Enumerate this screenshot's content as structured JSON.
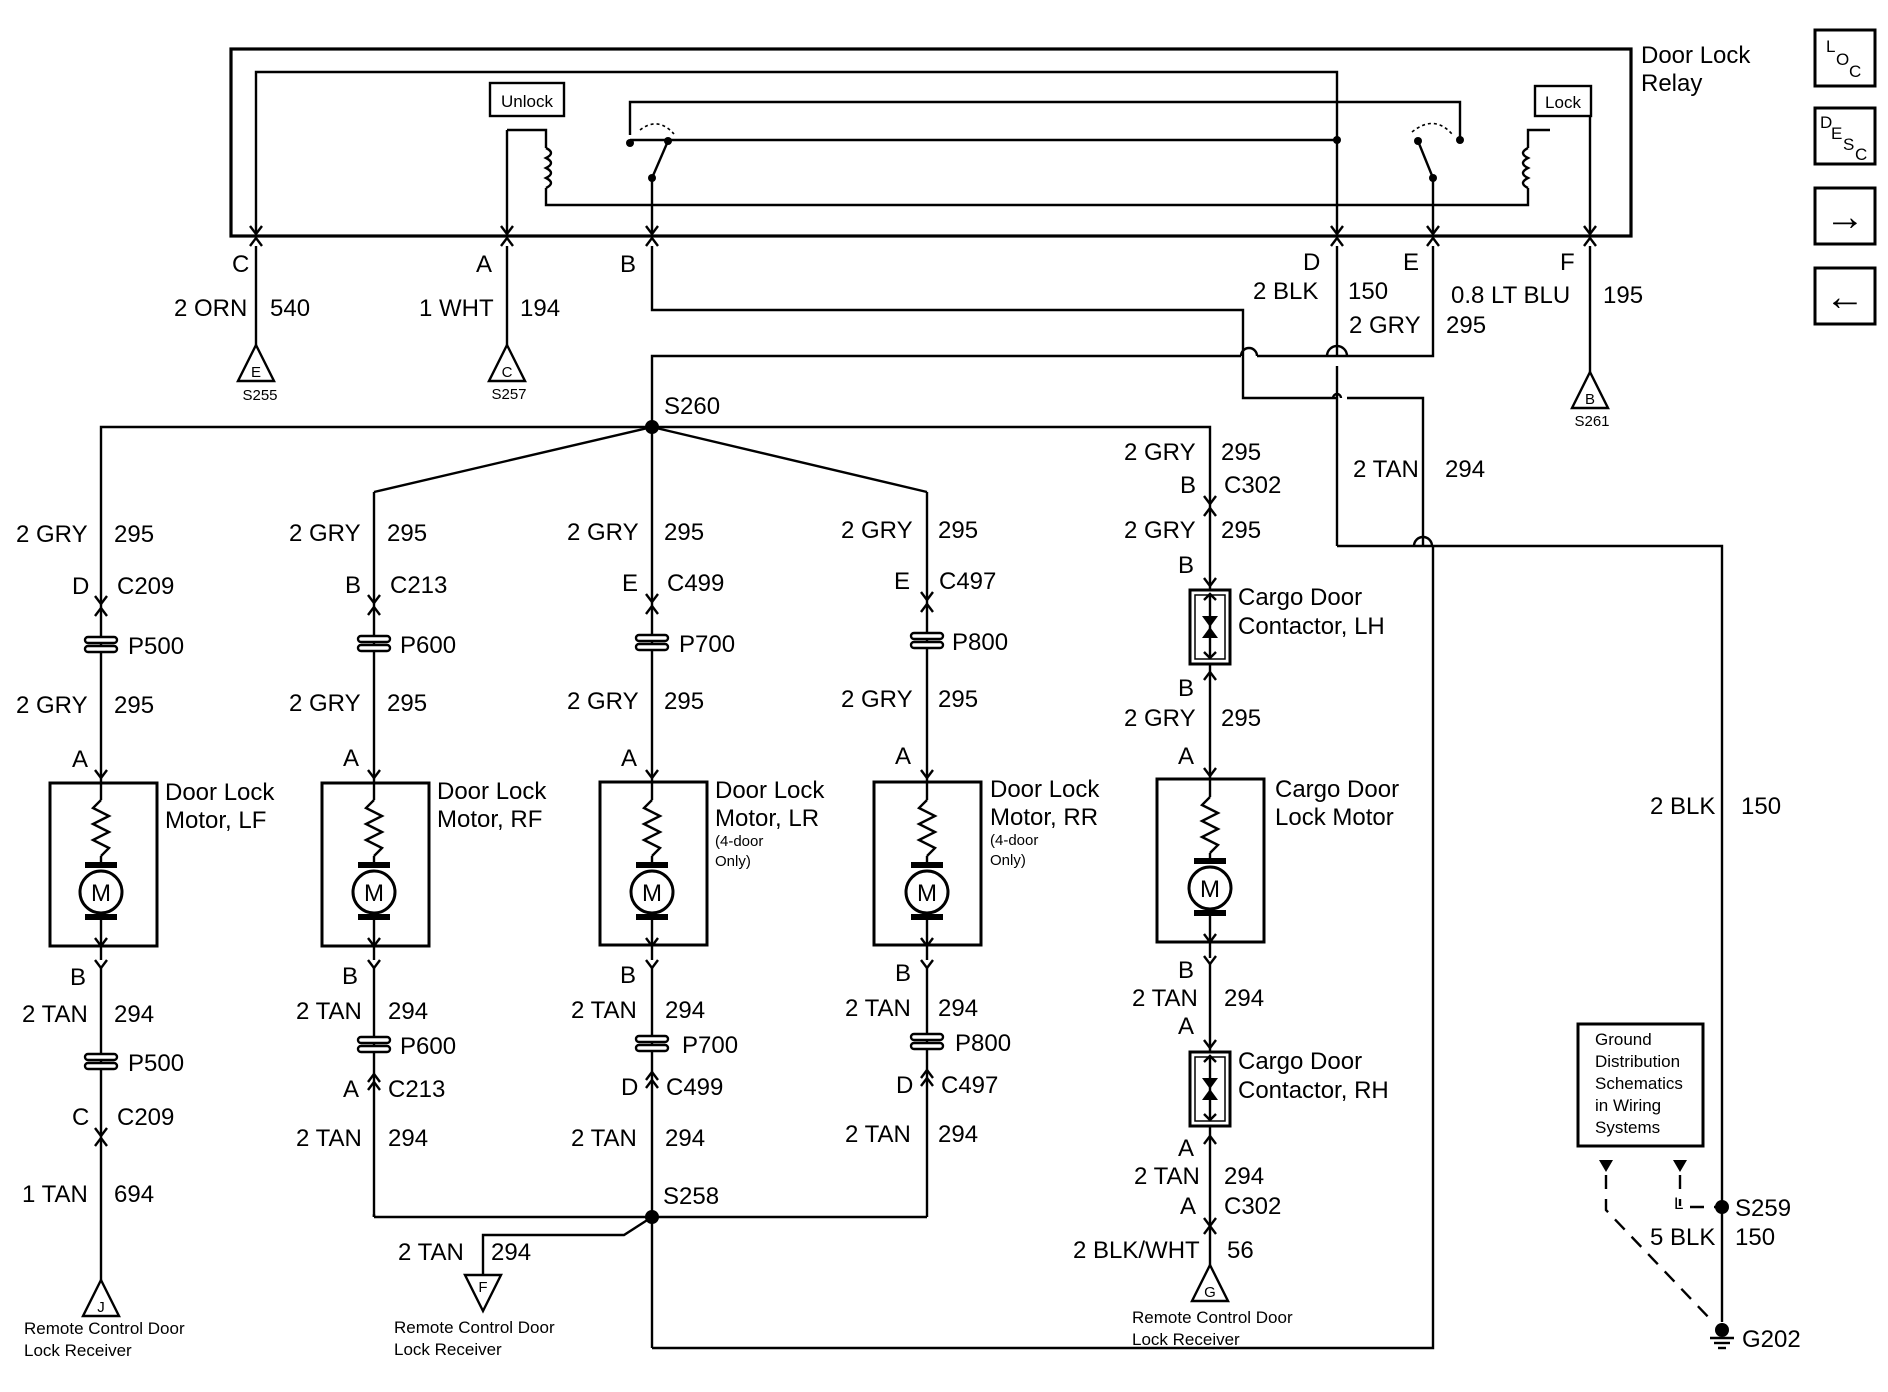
{
  "relay": {
    "title1": "Door Lock",
    "title2": "Relay",
    "unlock": "Unlock",
    "lock": "Lock",
    "pins": [
      "C",
      "A",
      "B",
      "D",
      "E",
      "F"
    ]
  },
  "nav": {
    "loc": [
      "L",
      "O",
      "C"
    ],
    "desc": [
      "D",
      "E",
      "S",
      "C"
    ],
    "next": "→",
    "prev": "←"
  },
  "wires": {
    "c": [
      "2 ORN",
      "540"
    ],
    "a": [
      "1 WHT",
      "194"
    ],
    "d": [
      "2 BLK",
      "150"
    ],
    "e": [
      "2 GRY",
      "295"
    ],
    "f": [
      "0.8 LT BLU",
      "195"
    ],
    "tan_vert": [
      "2 TAN",
      "294"
    ],
    "blk_vert": [
      "2 BLK",
      "150"
    ],
    "s259_blk": [
      "5 BLK",
      "150"
    ]
  },
  "splices": {
    "s255": "S255",
    "s257": "S257",
    "s261": "S261",
    "s260": "S260",
    "s258": "S258",
    "s259": "S259",
    "g202": "G202"
  },
  "tri": {
    "c": "E",
    "a": "C",
    "f": "B",
    "j": "J",
    "fr": "F",
    "g": "G"
  },
  "gry": [
    "2 GRY",
    "295"
  ],
  "tan": [
    "2 TAN",
    "294"
  ],
  "motors": [
    {
      "name1": "Door Lock",
      "name2": "Motor, LF",
      "note1": "",
      "note2": "",
      "pin_top": "D",
      "conn_top": "C209",
      "plug": "P500",
      "pin_a": "A",
      "pin_b": "B",
      "plug2": "P500",
      "pin_low": "C",
      "conn_low": "C209",
      "out": [
        "1 TAN",
        "694"
      ]
    },
    {
      "name1": "Door Lock",
      "name2": "Motor, RF",
      "note1": "",
      "note2": "",
      "pin_top": "B",
      "conn_top": "C213",
      "plug": "P600",
      "pin_a": "A",
      "pin_b": "B",
      "plug2": "P600",
      "pin_low": "A",
      "conn_low": "C213",
      "out": [
        "2 TAN",
        "294"
      ]
    },
    {
      "name1": "Door Lock",
      "name2": "Motor, LR",
      "note1": "(4-door",
      "note2": "Only)",
      "pin_top": "E",
      "conn_top": "C499",
      "plug": "P700",
      "pin_a": "A",
      "pin_b": "B",
      "plug2": "P700",
      "pin_low": "D",
      "conn_low": "C499",
      "out": [
        "2 TAN",
        "294"
      ]
    },
    {
      "name1": "Door Lock",
      "name2": "Motor, RR",
      "note1": "(4-door",
      "note2": "Only)",
      "pin_top": "E",
      "conn_top": "C497",
      "plug": "P800",
      "pin_a": "A",
      "pin_b": "B",
      "plug2": "P800",
      "pin_low": "D",
      "conn_low": "C497",
      "out": [
        "2 TAN",
        "294"
      ]
    }
  ],
  "motor_symbol": "M",
  "cargo": {
    "pin_b_c302": "B",
    "c302": "C302",
    "pin_b1": "B",
    "contactor_lh1": "Cargo Door",
    "contactor_lh2": "Contactor, LH",
    "pin_b2": "B",
    "pin_a1": "A",
    "motor1": "Cargo Door",
    "motor2": "Lock Motor",
    "pin_b3": "B",
    "pin_a2": "A",
    "contactor_rh1": "Cargo Door",
    "contactor_rh2": "Contactor, RH",
    "pin_a3": "A",
    "pin_a4": "A",
    "c302_low": "C302",
    "out": [
      "2 BLK/WHT",
      "56"
    ]
  },
  "receivers": {
    "lf1": "Remote Control Door",
    "lf2": "Lock Receiver",
    "mid1": "Remote Control Door",
    "mid2": "Lock Receiver",
    "cargo1": "Remote Control Door",
    "cargo2": "Lock Receiver"
  },
  "ground_box": [
    "Ground",
    "Distribution",
    "Schematics",
    "in Wiring",
    "Systems"
  ],
  "ground_l": "L"
}
